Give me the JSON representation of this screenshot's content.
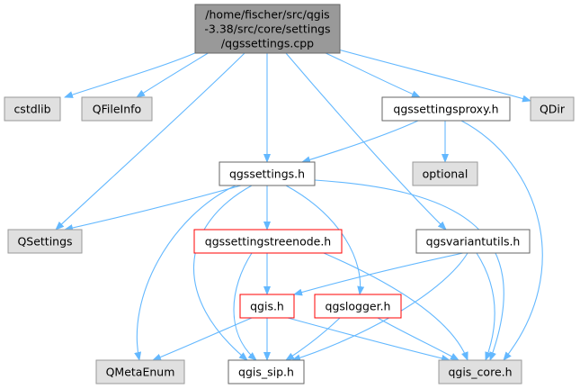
{
  "colors": {
    "edge": "#63b8ff",
    "root_fill": "#999999",
    "plain_fill": "#ffffff",
    "external_fill": "#e0e0e0",
    "incomplete_border": "#ff0000",
    "default_border": "#666666"
  },
  "nodes": {
    "root": {
      "lines": [
        "/home/fischer/src/qgis",
        "-3.38/src/core/settings",
        "/qgssettings.cpp"
      ]
    },
    "cstdlib": {
      "lines": [
        "cstdlib"
      ]
    },
    "qfileinfo": {
      "lines": [
        "QFileInfo"
      ]
    },
    "qgssettingsproxy": {
      "lines": [
        "qgssettingsproxy.h"
      ]
    },
    "qdir": {
      "lines": [
        "QDir"
      ]
    },
    "qgssettings": {
      "lines": [
        "qgssettings.h"
      ]
    },
    "optional": {
      "lines": [
        "optional"
      ]
    },
    "qsettings": {
      "lines": [
        "QSettings"
      ]
    },
    "qgssettingstreenode": {
      "lines": [
        "qgssettingstreenode.h"
      ]
    },
    "qgsvariantutils": {
      "lines": [
        "qgsvariantutils.h"
      ]
    },
    "qgis": {
      "lines": [
        "qgis.h"
      ]
    },
    "qgslogger": {
      "lines": [
        "qgslogger.h"
      ]
    },
    "qmetaenum": {
      "lines": [
        "QMetaEnum"
      ]
    },
    "qgis_sip": {
      "lines": [
        "qgis_sip.h"
      ]
    },
    "qgis_core": {
      "lines": [
        "qgis_core.h"
      ]
    }
  }
}
